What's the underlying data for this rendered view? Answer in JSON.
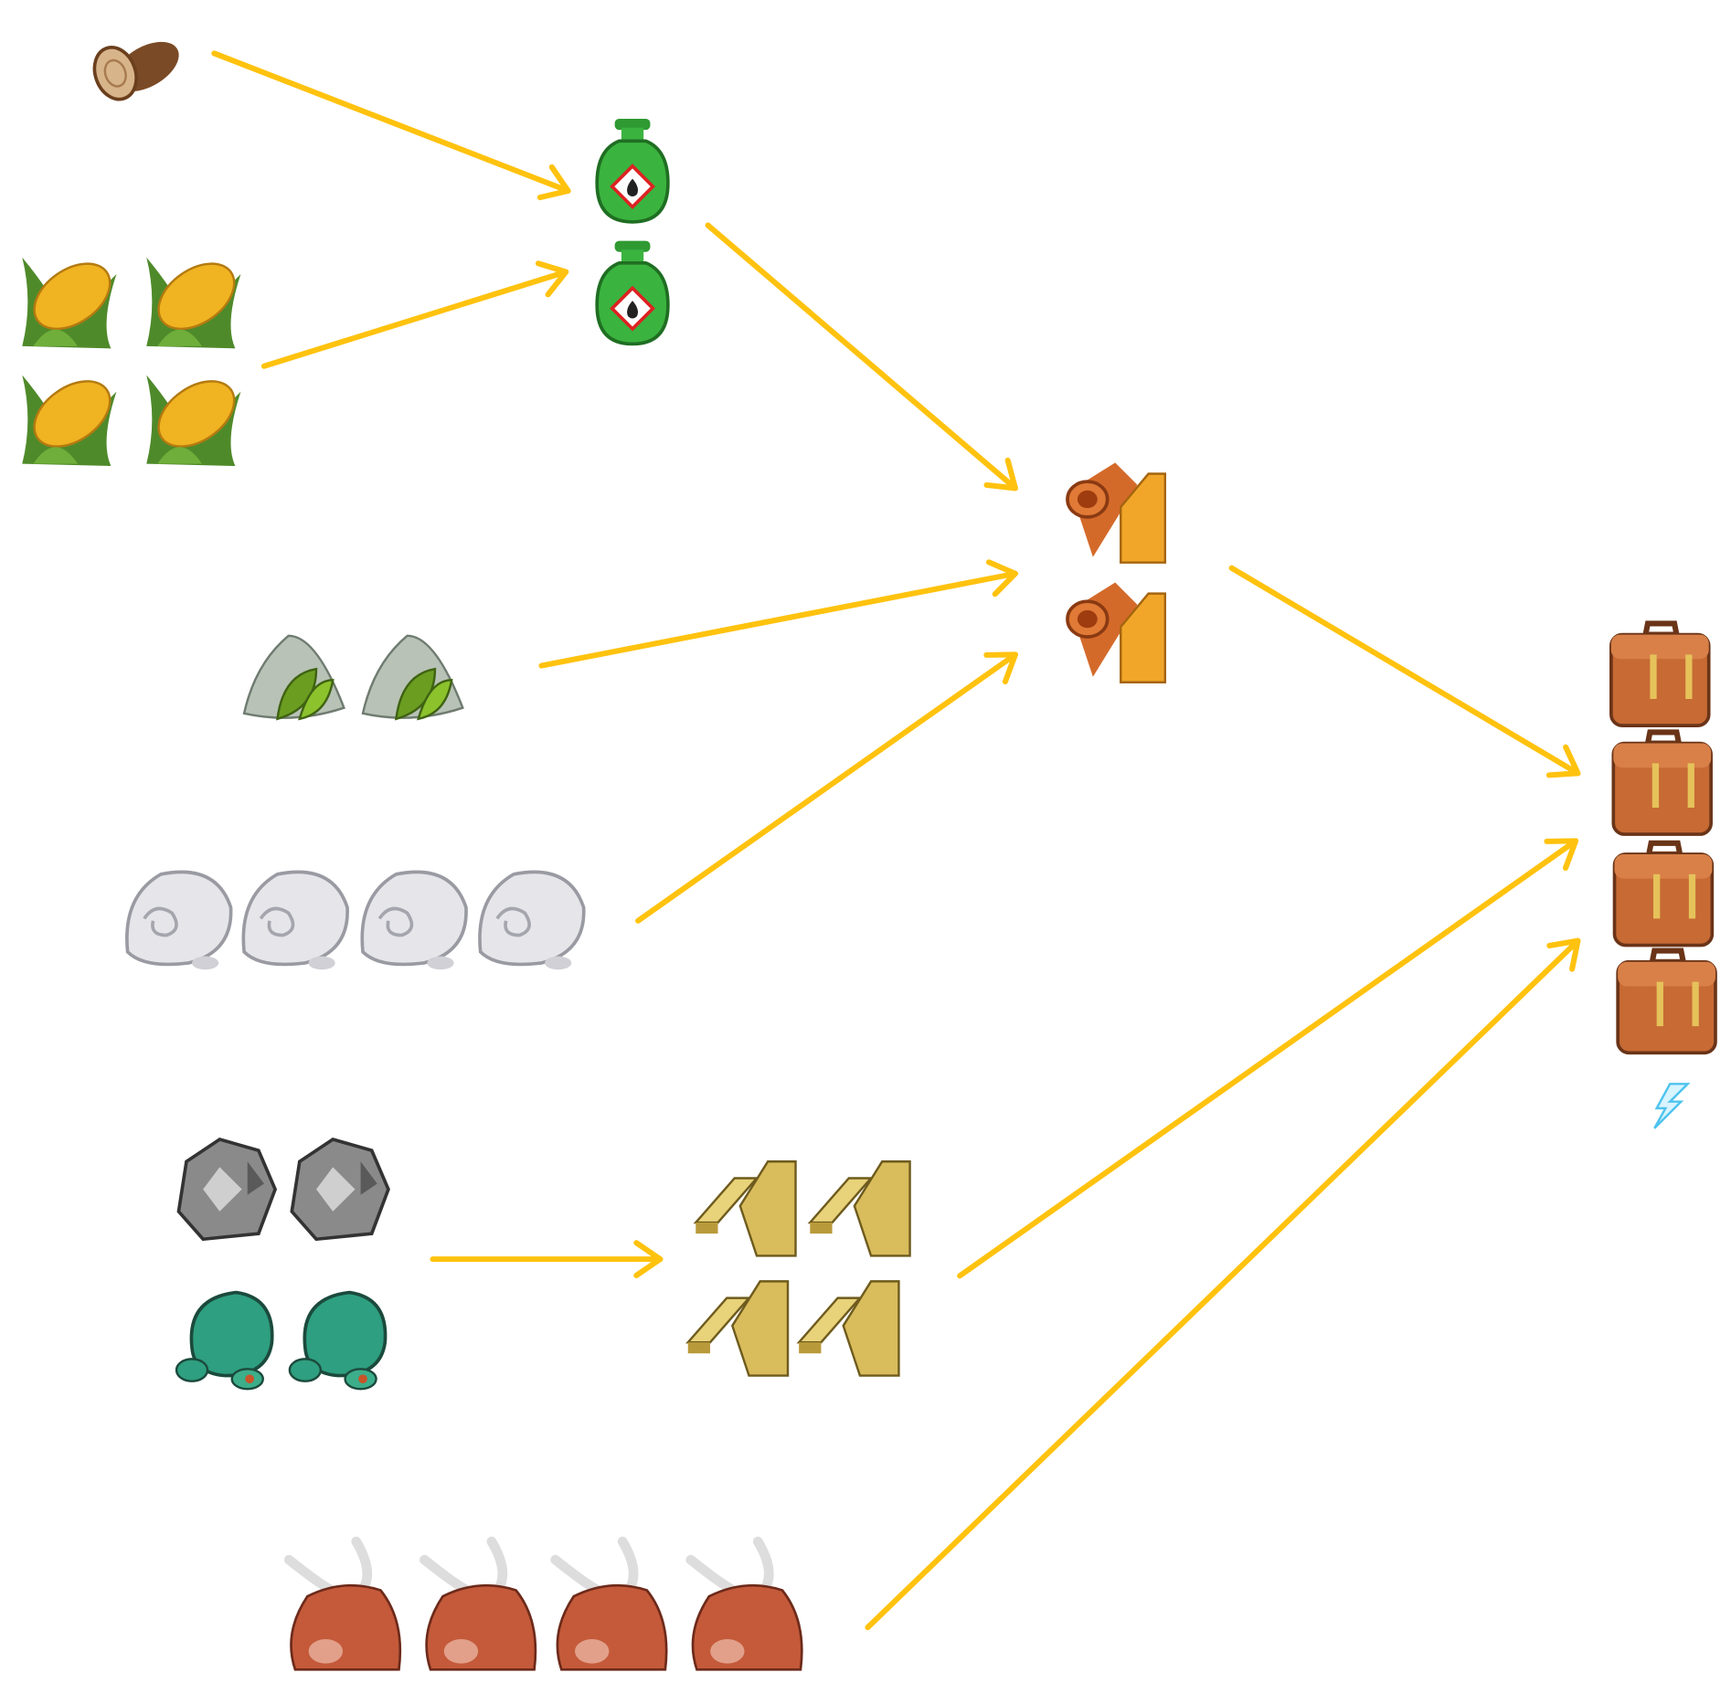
{
  "colors": {
    "arrow": "#FFC20E",
    "background": "#FFFFFF"
  },
  "nodes": [
    {
      "id": "wood",
      "icon": "log-icon",
      "count": 1
    },
    {
      "id": "corn",
      "icon": "corn-icon",
      "count": 4
    },
    {
      "id": "fuel",
      "icon": "flammable-bottle-icon",
      "count": 2
    },
    {
      "id": "herbs",
      "icon": "herb-pile-icon",
      "count": 2
    },
    {
      "id": "wool",
      "icon": "wool-bale-icon",
      "count": 4
    },
    {
      "id": "copper-parts",
      "icon": "copper-pipe-bar-icon",
      "count": 2
    },
    {
      "id": "stone",
      "icon": "grey-ore-icon",
      "count": 2
    },
    {
      "id": "copper-ore",
      "icon": "green-ore-icon",
      "count": 2
    },
    {
      "id": "brass",
      "icon": "gold-ingot-icon",
      "count": 4
    },
    {
      "id": "cattle",
      "icon": "bull-icon",
      "count": 4
    },
    {
      "id": "briefcase",
      "icon": "briefcase-icon",
      "count": 4
    },
    {
      "id": "energy",
      "icon": "lightning-icon",
      "count": 1
    }
  ],
  "flows": [
    {
      "from": "wood",
      "to": "fuel"
    },
    {
      "from": "corn",
      "to": "fuel"
    },
    {
      "from": "fuel",
      "to": "copper-parts"
    },
    {
      "from": "herbs",
      "to": "copper-parts"
    },
    {
      "from": "wool",
      "to": "copper-parts"
    },
    {
      "from": "stone",
      "to": "brass"
    },
    {
      "from": "copper-parts",
      "to": "briefcase"
    },
    {
      "from": "brass",
      "to": "briefcase"
    },
    {
      "from": "cattle",
      "to": "briefcase"
    }
  ]
}
